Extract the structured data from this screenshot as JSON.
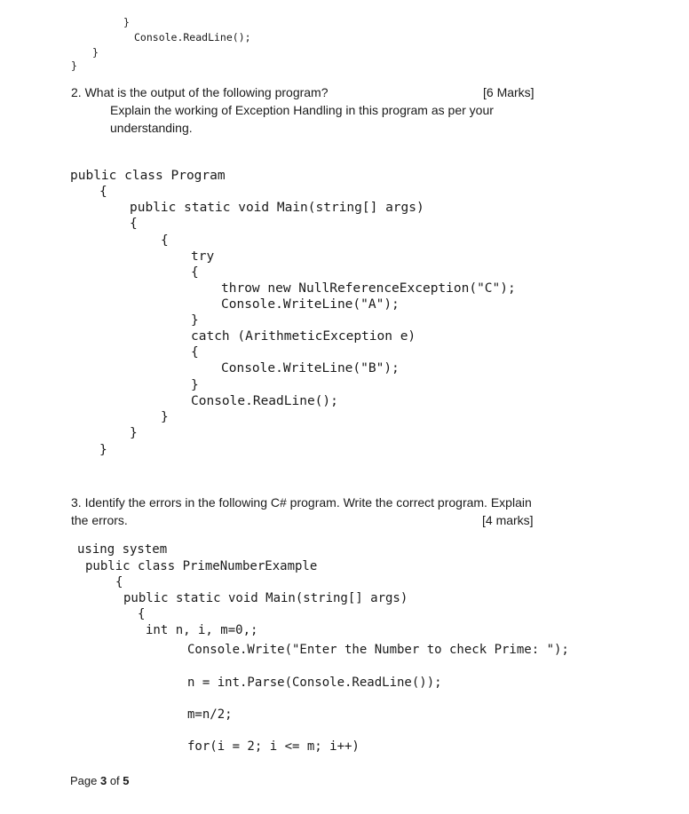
{
  "top_code": [
    "}",
    "Console.ReadLine();",
    "}",
    "}"
  ],
  "q2": {
    "title": "2. What is the output of the following program?",
    "marks": "[6 Marks]",
    "explain_1": "Explain the working of Exception Handling in this program as per your",
    "explain_2": "understanding."
  },
  "q2_code": [
    "public class Program",
    "{",
    "public static void Main(string[] args)",
    "{",
    "{",
    "try",
    "{",
    "throw new NullReferenceException(\"C\");",
    "Console.WriteLine(\"A\");",
    "}",
    "catch (ArithmeticException e)",
    "{",
    "Console.WriteLine(\"B\");",
    "}",
    "Console.ReadLine();",
    "}",
    "}",
    "}"
  ],
  "q3": {
    "title": "3. Identify the errors in the following C# program. Write the correct program. Explain",
    "title_2": "the errors.",
    "marks": "[4 marks]"
  },
  "q3_code": [
    "using system",
    "public class PrimeNumberExample",
    "{",
    "public static void Main(string[] args)",
    "{",
    "int n, i, m=0,;",
    "Console.Write(\"Enter the Number to check Prime: \");",
    "n = int.Parse(Console.ReadLine());",
    "m=n/2;",
    "for(i = 2; i <= m; i++)"
  ],
  "footer": {
    "page_prefix": "Page ",
    "page_num": "3",
    "of": " of ",
    "page_total": "5"
  }
}
